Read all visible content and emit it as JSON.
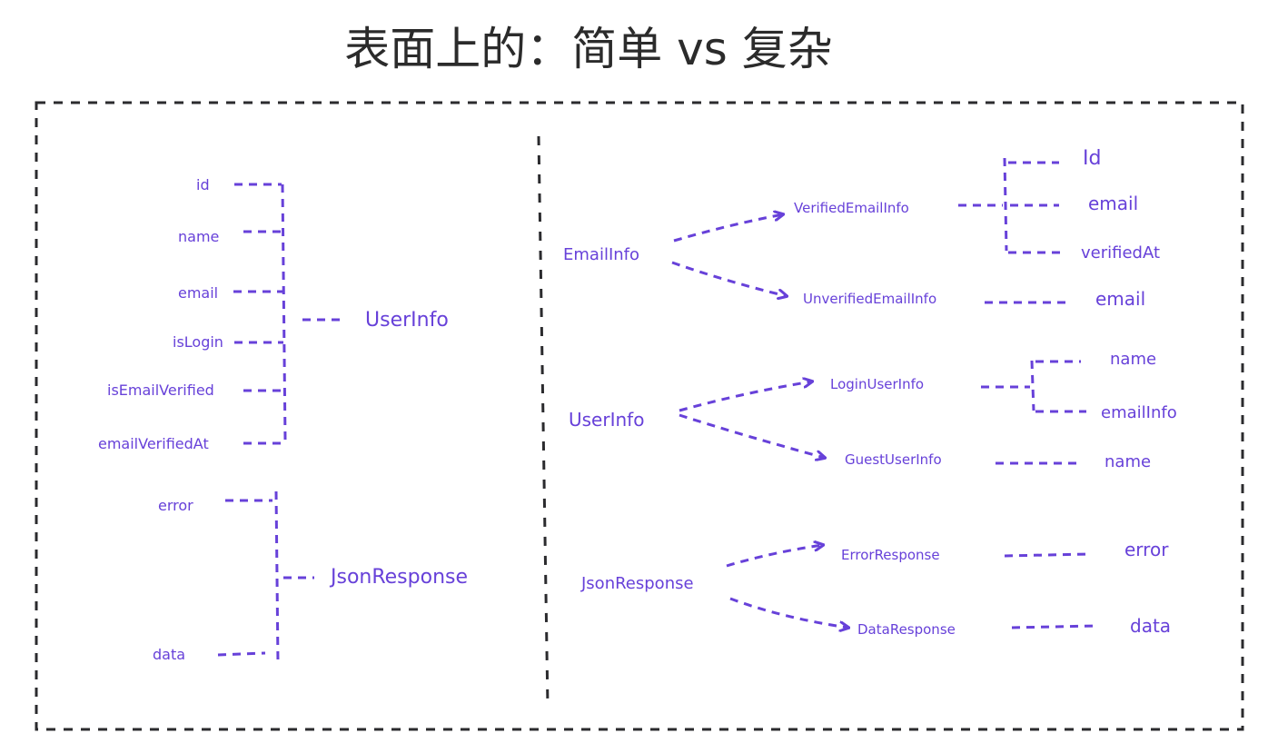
{
  "title": "表面上的：简单 vs 复杂",
  "colors": {
    "accent": "#6741d9",
    "frame": "#2b2b2e",
    "title": "#2b2b2b"
  },
  "left": {
    "userinfo": {
      "fields": [
        "id",
        "name",
        "email",
        "isLogin",
        "isEmailVerified",
        "emailVerifiedAt"
      ],
      "label": "UserInfo"
    },
    "jsonresponse": {
      "fields": [
        "error",
        "data"
      ],
      "label": "JsonResponse"
    }
  },
  "right": {
    "emailinfo": {
      "root": "EmailInfo",
      "verified": "VerifiedEmailInfo",
      "verified_fields": [
        "Id",
        "email",
        "verifiedAt"
      ],
      "unverified": "UnverifiedEmailInfo",
      "unverified_field": "email"
    },
    "userinfo": {
      "root": "UserInfo",
      "login": "LoginUserInfo",
      "login_fields": [
        "name",
        "emailInfo"
      ],
      "guest": "GuestUserInfo",
      "guest_field": "name"
    },
    "jsonresponse": {
      "root": "JsonResponse",
      "error": "ErrorResponse",
      "error_field": "error",
      "data": "DataResponse",
      "data_field": "data"
    }
  }
}
